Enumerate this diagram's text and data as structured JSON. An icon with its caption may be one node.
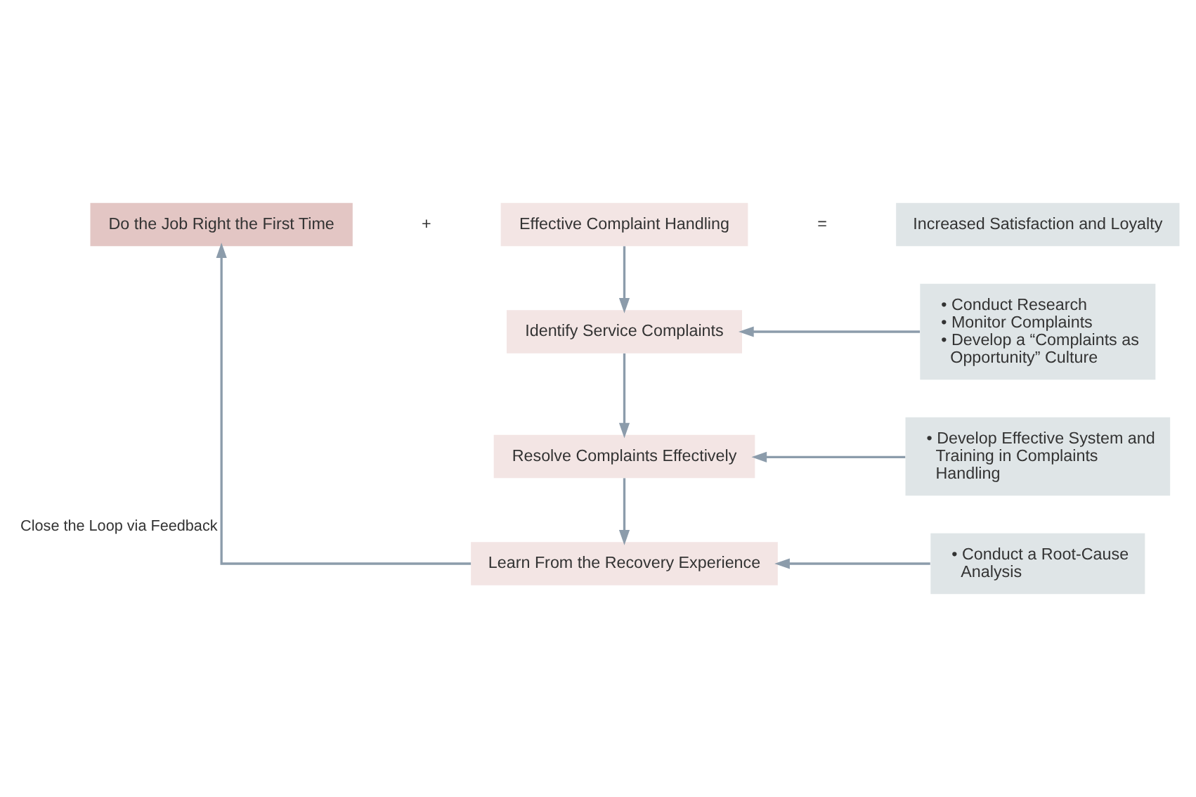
{
  "diagram": {
    "nodes": [
      {
        "text": [
          "Do the Job Right the First Time"
        ]
      },
      {
        "text": [
          "Effective Complaint Handling"
        ]
      },
      {
        "text": [
          "Increased Satisfaction and Loyalty"
        ]
      },
      {
        "text": [
          "Identify Service Complaints"
        ]
      },
      {
        "text": [
          "Resolve Complaints Effectively"
        ]
      },
      {
        "text": [
          "Learn From the Recovery Experience"
        ]
      },
      {
        "text": [
          "• Conduct Research",
          "• Monitor Complaints",
          "• Develop a “Complaints as Opportunity” Culture"
        ]
      },
      {
        "text": [
          "• Develop Effective System and Training in Complaints Handling"
        ]
      },
      {
        "text": [
          "• Conduct a Root-Cause Analysis"
        ]
      }
    ],
    "edges": [
      {
        "from": 1,
        "to": 3,
        "arrow": "to"
      },
      {
        "from": 3,
        "to": 4,
        "arrow": "to"
      },
      {
        "from": 4,
        "to": 5,
        "arrow": "to"
      },
      {
        "from": 6,
        "to": 3,
        "arrow": "to"
      },
      {
        "from": 7,
        "to": 4,
        "arrow": "to"
      },
      {
        "from": 8,
        "to": 5,
        "arrow": "to"
      },
      {
        "from": 5,
        "to": 0,
        "arrow": "to",
        "label": "Close the Loop via Feedback"
      }
    ],
    "labels": [
      "+",
      "="
    ]
  }
}
